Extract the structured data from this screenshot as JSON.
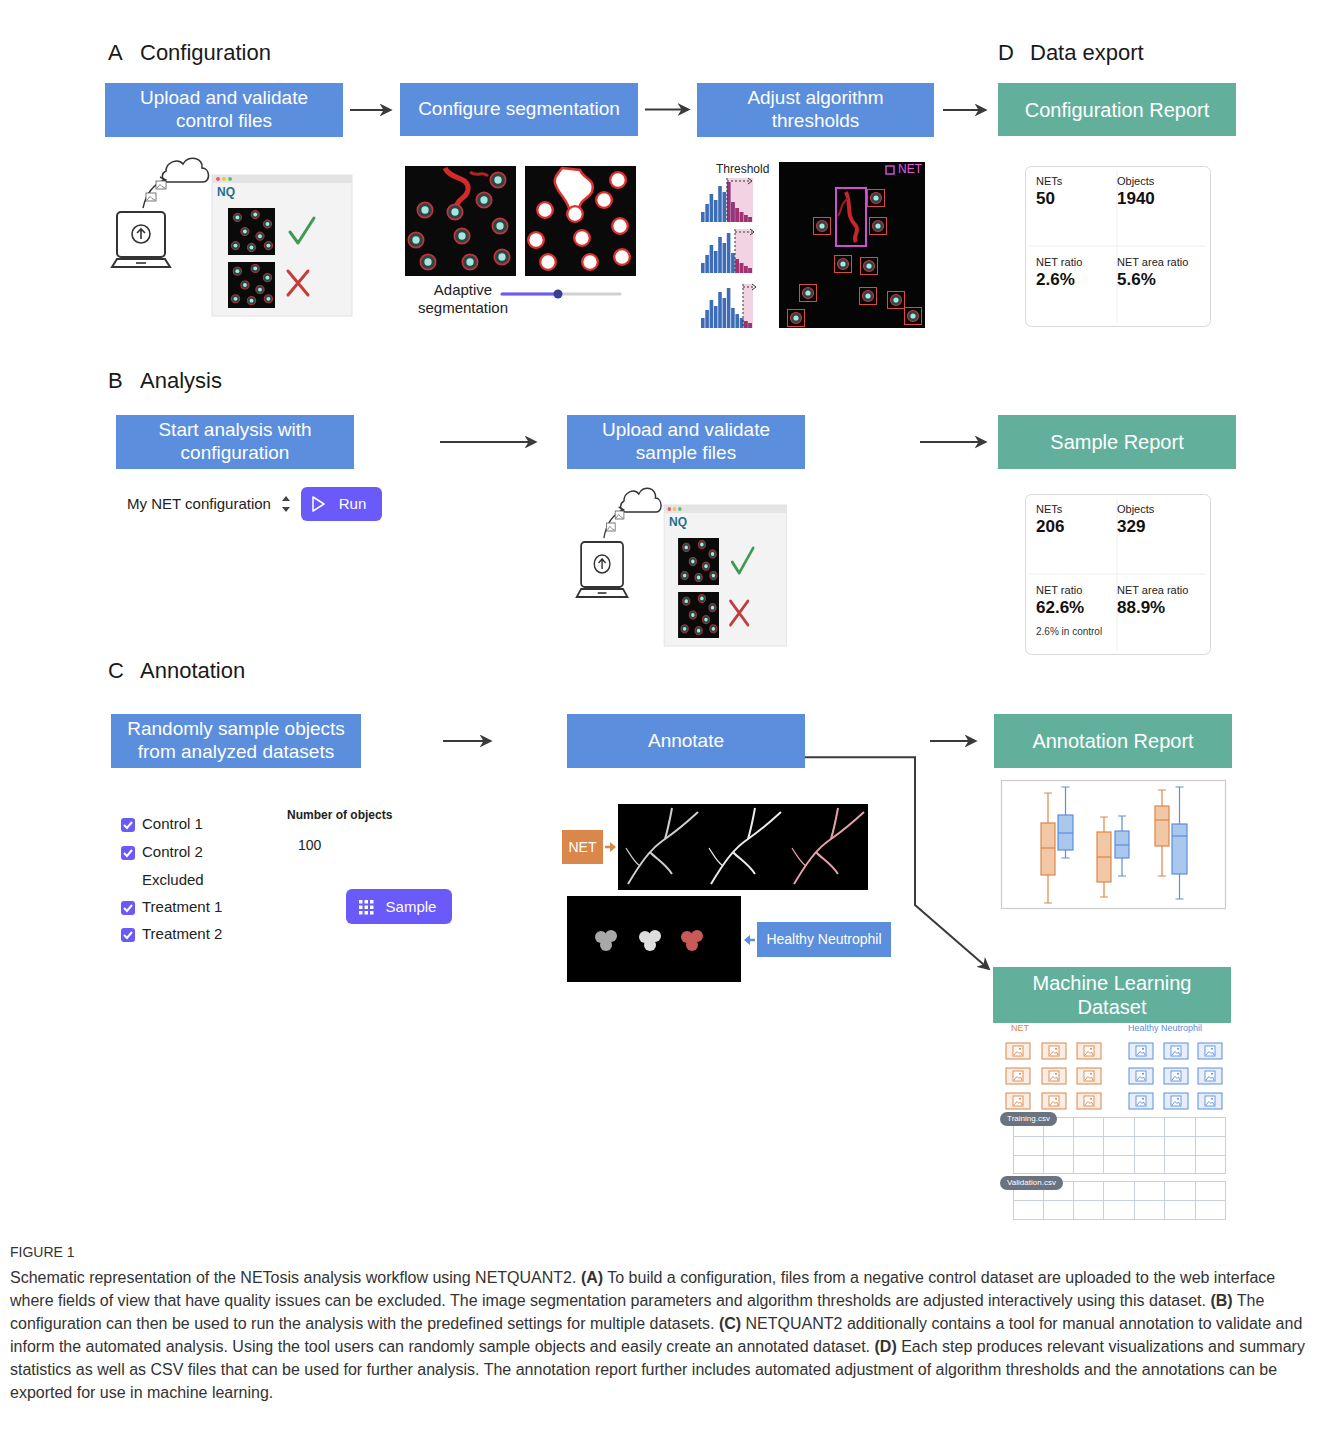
{
  "diagram": {
    "caption": "Schematic representation of the NETosis analysis workflow using NETQUANT2. (A) To build a configuration, files from a negative control dataset are uploaded to the web interface where fields of view that have quality issues can be excluded. The image segmentation parameters and algorithm thresholds are adjusted interactively using this dataset. (B) The configuration can then be used to run the analysis with the predefined settings for multiple datasets. (C) NETQUANT2 additionally contains a tool for manual annotation to validate and inform the automated analysis. Using the tool users can randomly sample objects and easily create an annotated dataset. (D) Each step produces relevant visualizations and summary statistics as well as CSV files that can be used for further analysis. The annotation report further includes automated adjustment of algorithm thresholds and the annotations can be exported for use in machine learning.",
    "nodes": [
      {
        "text": [
          "Upload and validate control files"
        ]
      },
      {
        "text": [
          "Configure segmentation"
        ]
      },
      {
        "text": [
          "Adjust algorithm thresholds"
        ]
      },
      {
        "text": [
          "Configuration Report"
        ]
      },
      {
        "text": [
          "Start analysis with configuration"
        ]
      },
      {
        "text": [
          "Upload and validate sample files"
        ]
      },
      {
        "text": [
          "Sample Report"
        ]
      },
      {
        "text": [
          "Run"
        ]
      },
      {
        "text": [
          "Randomly sample objects from analyzed datasets"
        ]
      },
      {
        "text": [
          "Annotate"
        ]
      },
      {
        "text": [
          "Annotation Report"
        ]
      },
      {
        "text": [
          "Sample"
        ]
      },
      {
        "text": [
          "NET"
        ]
      },
      {
        "text": [
          "Healthy Neutrophil"
        ]
      },
      {
        "text": [
          "Machine Learning Dataset"
        ]
      },
      {
        "text": [
          "Training.csv"
        ]
      },
      {
        "text": [
          "Validation.csv"
        ]
      }
    ],
    "edges": [
      {
        "from": 0,
        "to": 1,
        "arrow": "to"
      },
      {
        "from": 1,
        "to": 2,
        "arrow": "to"
      },
      {
        "from": 2,
        "to": 3,
        "arrow": "to"
      },
      {
        "from": 4,
        "to": 5,
        "arrow": "to"
      },
      {
        "from": 5,
        "to": 6,
        "arrow": "to"
      },
      {
        "from": 8,
        "to": 9,
        "arrow": "to"
      },
      {
        "from": 9,
        "to": 10,
        "arrow": "to"
      },
      {
        "from": 9,
        "to": 14,
        "arrow": "to"
      }
    ],
    "labels": [
      "A",
      "Configuration",
      "D",
      "Data export",
      "B",
      "Analysis",
      "C",
      "Annotation",
      "NQ",
      "Adaptive segmentation",
      "Threshold",
      "NET",
      "NETs",
      "50",
      "Objects",
      "1940",
      "NET ratio",
      "2.6%",
      "NET area ratio",
      "5.6%",
      "My NET configuration",
      "NQ",
      "NETs",
      "206",
      "Objects",
      "329",
      "NET ratio",
      "62.6%",
      "2.6% in control",
      "NET area ratio",
      "88.9%",
      "Control 1",
      "Control 2",
      "Excluded",
      "Treatment 1",
      "Treatment 2",
      "Number of objects",
      "100",
      "NET",
      "Healthy Neutrophil",
      "FIGURE 1"
    ]
  }
}
